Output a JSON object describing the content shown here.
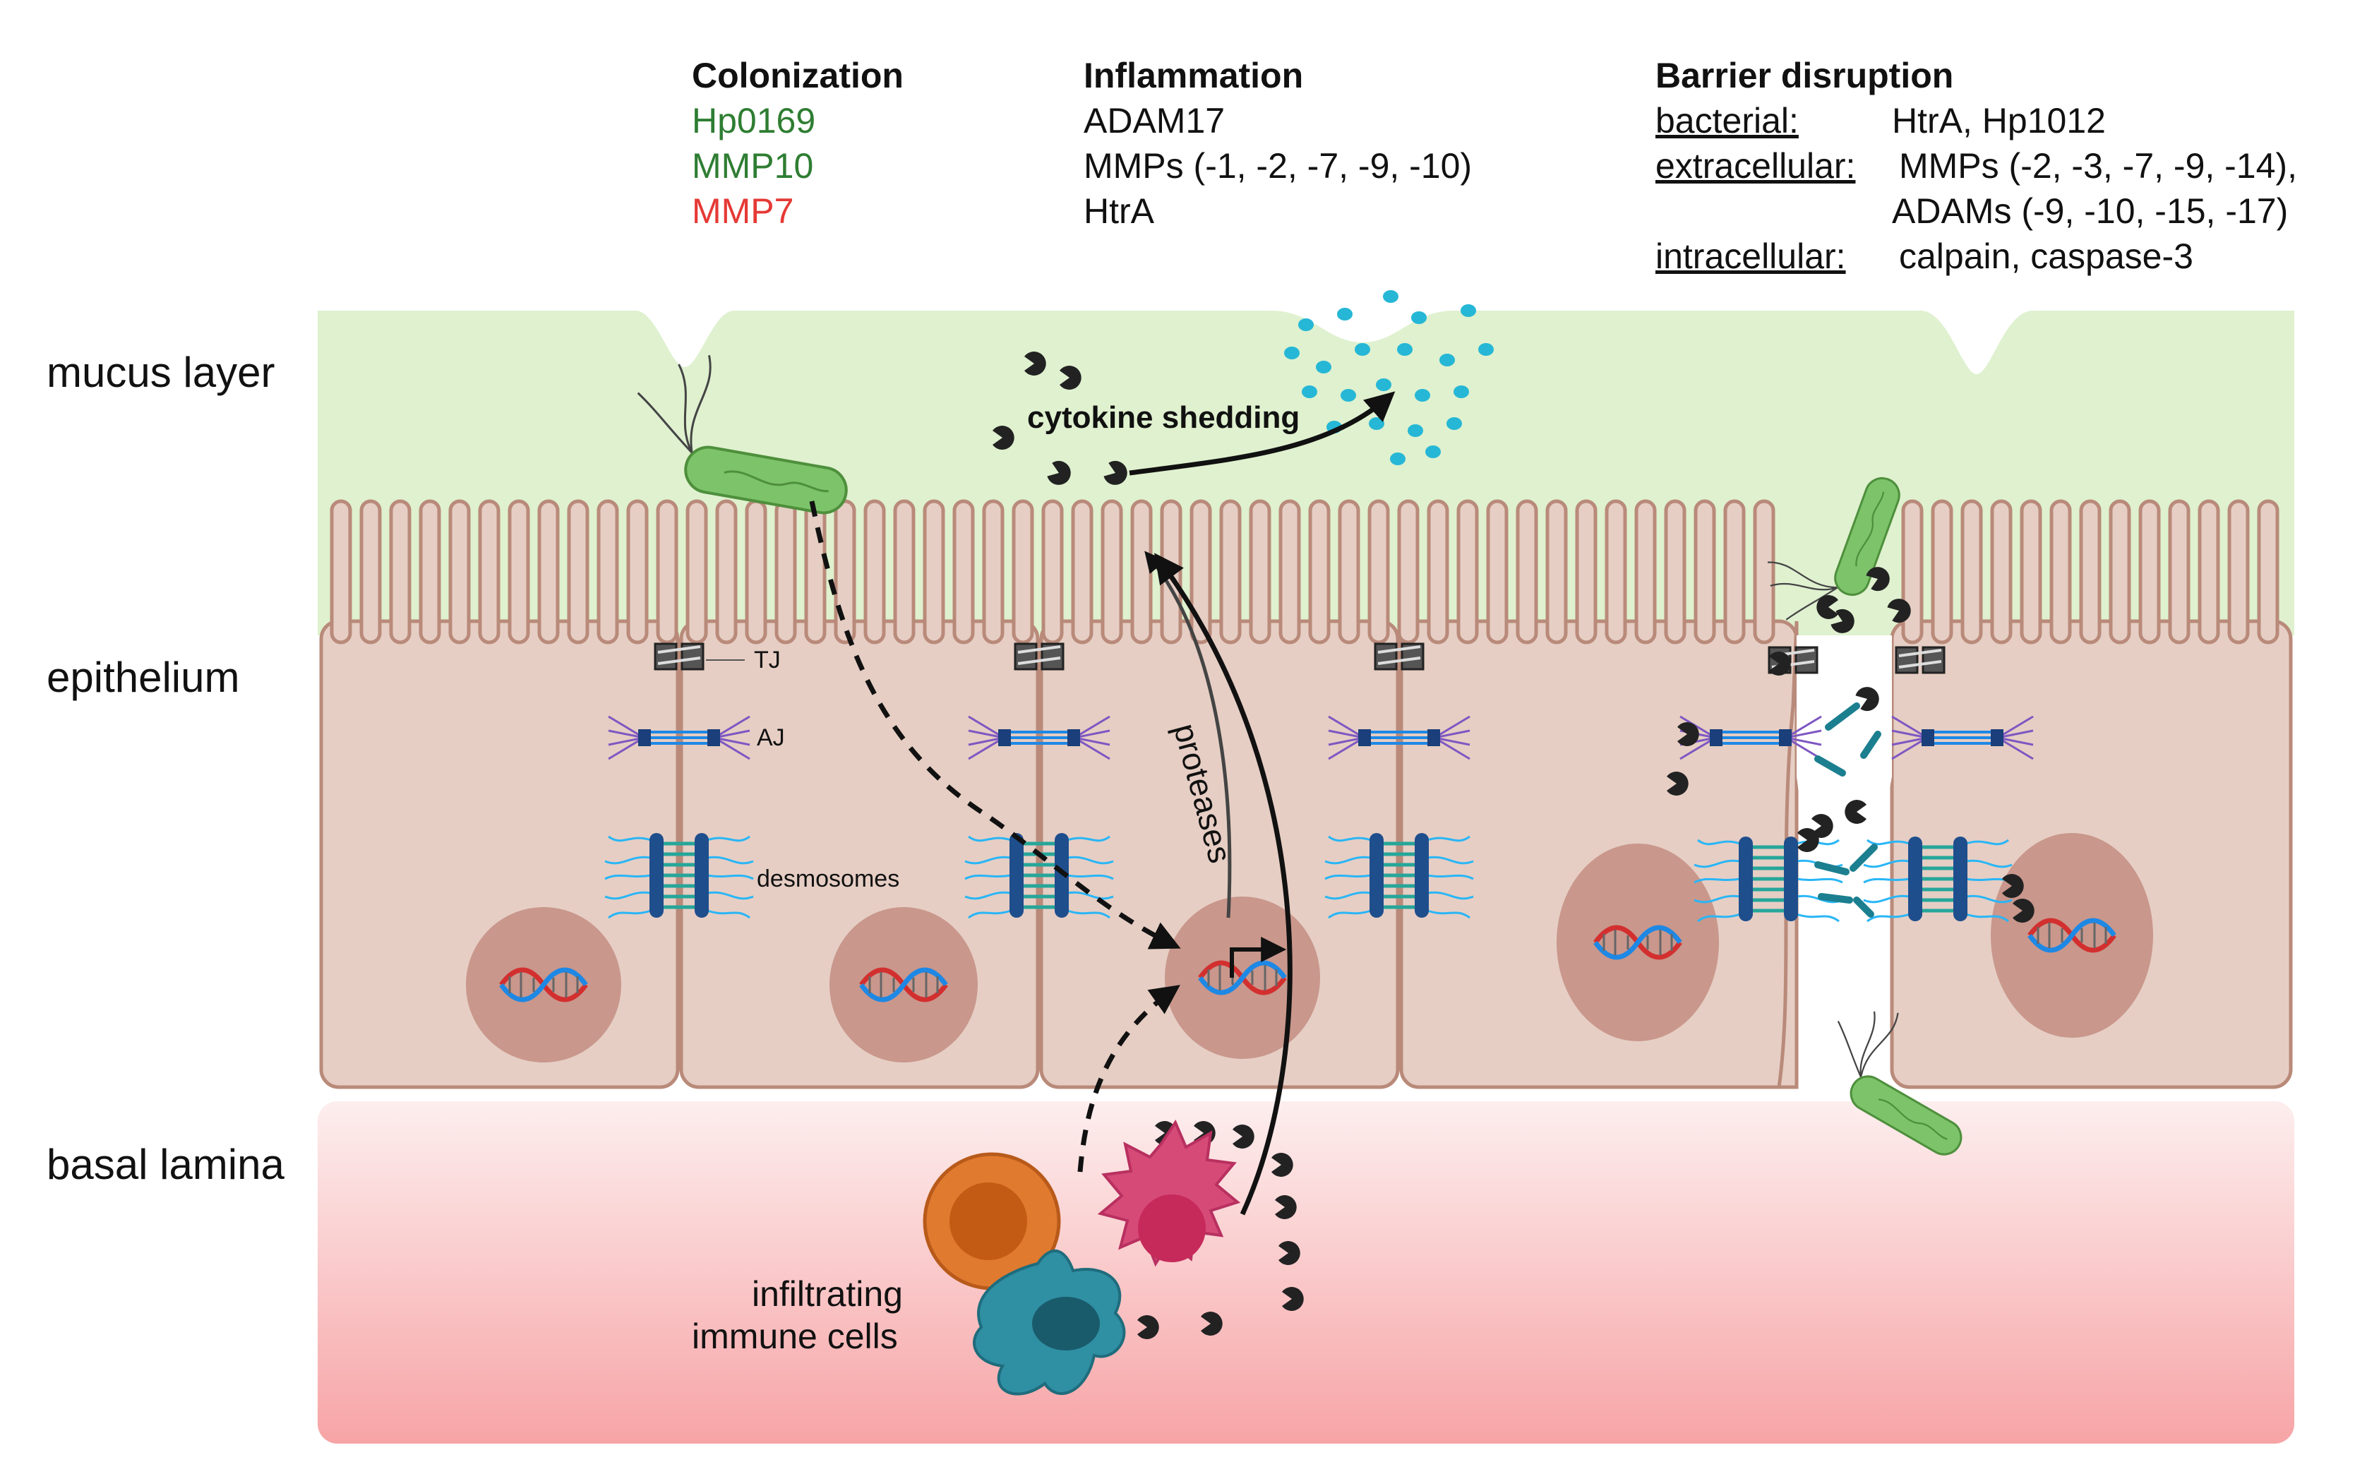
{
  "colors": {
    "green_text": "#2e7d32",
    "red_text": "#e53935",
    "mucus": "#dff1cf",
    "epithelium": "#e6cec4",
    "basal_top": "#fdeceb",
    "basal_bottom": "#f6a5a5"
  },
  "legend": {
    "colonization": {
      "title": "Colonization",
      "items": [
        "Hp0169",
        "MMP10",
        "MMP7"
      ],
      "item_colors": [
        "#2e7d32",
        "#2e7d32",
        "#e53935"
      ]
    },
    "inflammation": {
      "title": "Inflammation",
      "items": [
        "ADAM17",
        "MMPs (-1, -2, -7, -9, -10)",
        "HtrA"
      ]
    },
    "barrier": {
      "title": "Barrier disruption",
      "rows": [
        {
          "label": "bacterial:",
          "value": "HtrA, Hp1012"
        },
        {
          "label": "extracellular:",
          "value": "MMPs (-2, -3, -7, -9, -14),"
        },
        {
          "label": "",
          "value": "ADAMs (-9, -10, -15, -17)"
        },
        {
          "label": "intracellular:",
          "value": "calpain, caspase-3"
        }
      ]
    }
  },
  "layers": {
    "mucus": "mucus layer",
    "epithelium": "epithelium",
    "basal": "basal lamina"
  },
  "labels": {
    "cytokine_shedding": "cytokine shedding",
    "proteases": "proteases",
    "tj": "TJ",
    "aj": "AJ",
    "desmosomes": "desmosomes",
    "immune_line1": "infiltrating",
    "immune_line2": "immune cells"
  },
  "icons": [
    "bacterium-icon",
    "protease-pacman-icon",
    "dna-icon",
    "tight-junction-icon",
    "adherens-junction-icon",
    "desmosome-icon",
    "cytokine-dot-icon",
    "immune-cell-icon"
  ]
}
